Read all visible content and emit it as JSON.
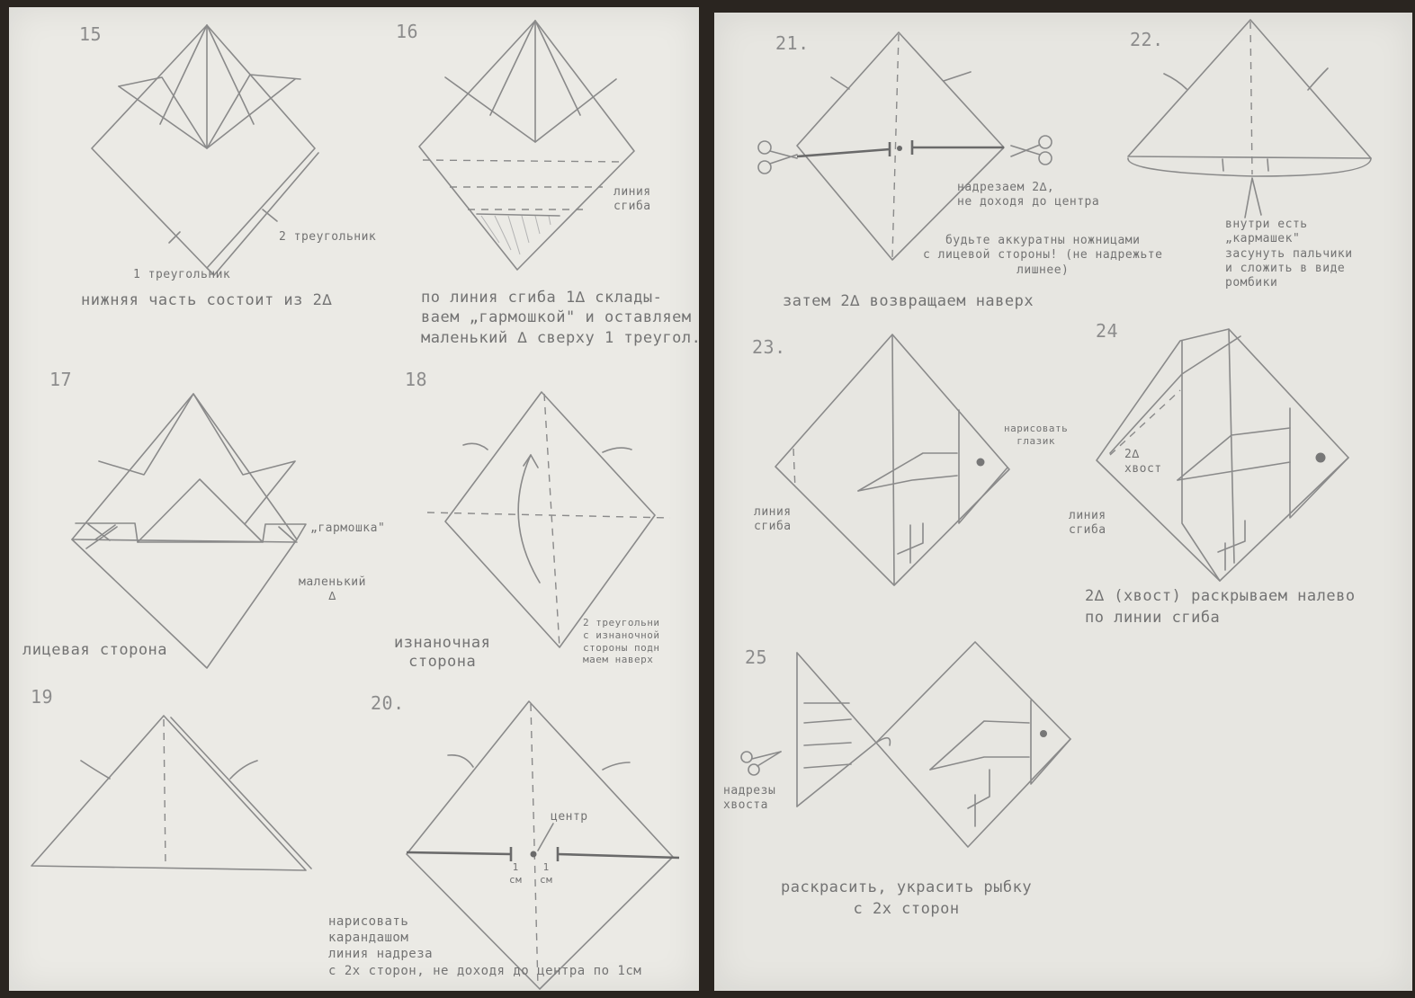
{
  "left_page": {
    "steps": {
      "s15": {
        "num": "15",
        "label_tri2": "2 треугольник",
        "label_tri1": "1 треугольник",
        "caption": "нижняя часть состоит из 2∆"
      },
      "s16": {
        "num": "16",
        "label_fold": "линия\nсгиба",
        "caption": "по линия сгиба 1∆ склады-\nваем „гармошкой\" и оставляем\nмаленький ∆ сверху 1 треугол."
      },
      "s17": {
        "num": "17",
        "label_garmoshka": "„гармошка\"",
        "label_small": "маленький\n∆",
        "caption": "лицевая сторона"
      },
      "s18": {
        "num": "18",
        "caption": "изнаночная\nсторона",
        "note": "2 треугольни\nс изнаночной\nстороны подн\nмаем наверх"
      },
      "s19": {
        "num": "19"
      },
      "s20": {
        "num": "20.",
        "label_center": "центр",
        "label_1cm_a": "1\nсм",
        "label_1cm_b": "1\nсм",
        "caption": "нарисовать\nкарандашом\nлиния надреза\nс 2х сторон, не доходя до центра по 1см"
      }
    }
  },
  "right_page": {
    "steps": {
      "s21": {
        "num": "21.",
        "label_cut": "надрезаем 2∆,\nне доходя до центра",
        "note": "будьте аккуратны ножницами\nс лицевой стороны! (не надрежьте\nлишнее)",
        "caption": "затем 2∆ возвращаем наверх"
      },
      "s22": {
        "num": "22.",
        "note": "внутри есть\n„кармашек\"\nзасунуть пальчики\nи сложить в виде\nромбики"
      },
      "s23": {
        "num": "23.",
        "label_eye": "нарисовать\nглазик",
        "label_fold": "линия\nсгиба"
      },
      "s24": {
        "num": "24",
        "label_tail": "2∆\nхвост",
        "label_fold": "линия\nсгиба",
        "caption": "2∆ (хвост) раскрываем налево\nпо линии сгиба"
      },
      "s25": {
        "num": "25",
        "label_cuts": "надрезы\nхвоста",
        "caption": "раскрасить, украсить рыбку\nс 2х сторон"
      }
    }
  },
  "colors": {
    "paper": "#ebeae5",
    "pencil": "#8a8a8a",
    "background": "#2a2520"
  },
  "icons": [
    "scissors-icon"
  ]
}
